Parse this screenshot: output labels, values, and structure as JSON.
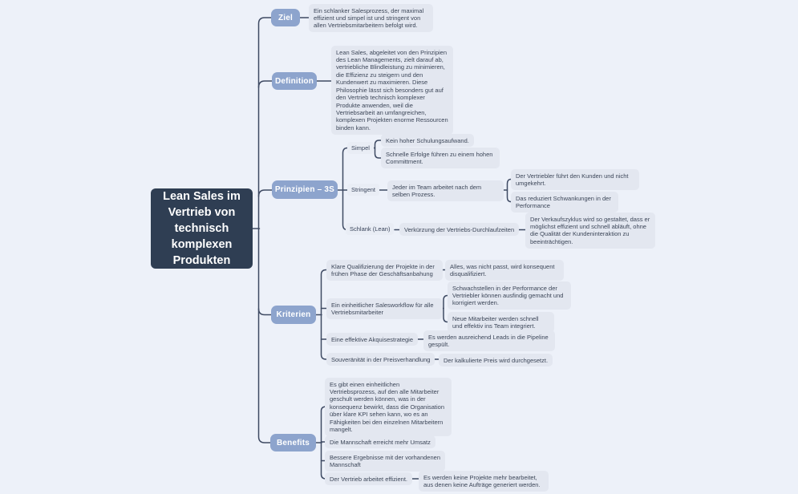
{
  "root": {
    "label": "Lean Sales im Vertrieb von technisch komplexen Produkten"
  },
  "branches": {
    "ziel": {
      "label": "Ziel",
      "text": "Ein schlanker Salesprozess, der maximal effizient und simpel ist und stringent von allen Vertriebsmitarbeitern befolgt wird."
    },
    "definition": {
      "label": "Definition",
      "text": "Lean Sales, abgeleitet von den Prinzipien des Lean Managements, zielt darauf ab, vertriebliche Blindleistung zu minimieren, die Effizienz zu steigern und den Kundenwert zu maximieren. Diese Philosophie lässt sich besonders gut auf den Vertrieb technisch komplexer Produkte anwenden, weil die Vertriebsarbeit an umfangreichen, komplexen Projekten enorme Ressourcen binden kann."
    },
    "prinzipien": {
      "label": "Prinzipien – 3S",
      "simpel": {
        "label": "Simpel",
        "points": [
          "Kein hoher Schulungsaufwand.",
          "Schnelle Erfolge führen zu einem hohen Committment."
        ]
      },
      "stringent": {
        "label": "Stringent",
        "text": "Jeder im Team arbeitet nach dem selben Prozess.",
        "details": [
          "Der Vertriebler führt den Kunden und nicht umgekehrt.",
          "Das reduziert Schwankungen in der Performance"
        ]
      },
      "schlank": {
        "label": "Schlank (Lean)",
        "text": "Verkürzung der Vertriebs-Durchlaufzeiten",
        "detail": "Der Verkaufszyklus wird so gestaltet, dass er möglichst effizient und schnell abläuft, ohne die Qualität der Kundeninteraktion zu beeinträchtigen."
      }
    },
    "kriterien": {
      "label": "Kriterien",
      "items": [
        {
          "text": "Klare Qualifizierung der Projekte in der frühen Phase der Geschäftsanbahung",
          "results": [
            "Alles, was nicht passt, wird konsequent disqualifiziert."
          ]
        },
        {
          "text": "Ein einheitlicher Salesworkflow  für alle Vertriebsmitarbeiter",
          "results": [
            "Schwachstellen in der Performance der Vertriebler können ausfindig gemacht und korrigiert werden.",
            "Neue Mitarbeiter werden schnell und effektiv ins Team integriert."
          ]
        },
        {
          "text": "Eine effektive Akquisestrategie",
          "results": [
            "Es werden ausreichend Leads in die Pipeline gespült."
          ]
        },
        {
          "text": "Souveränität in der Preisverhandlung",
          "results": [
            "Der kalkulierte Preis wird durchgesetzt."
          ]
        }
      ]
    },
    "benefits": {
      "label": "Benefits",
      "items": [
        {
          "text": "Es gibt einen einheitlichen Vertriebsprozess, auf den alle Mitarbeiter geschult werden können, was in der konsequenz bewirkt, dass die Organisation über klare KPI sehen kann, wo es an Fähigkeiten bei den einzelnen Mitarbeitern mangelt."
        },
        {
          "text": "Die Mannschaft erreicht mehr Umsatz"
        },
        {
          "text": "Bessere Ergebnisse mit der vorhandenen Mannschaft"
        },
        {
          "text": "Der Vertrieb arbeitet effizient.",
          "result": "Es werden keine Projekte mehr bearbeitet, aus denen keine Aufträge generiert werden."
        }
      ]
    }
  },
  "colors": {
    "background": "#edf1f9",
    "central_node": "#2f3e53",
    "branch_node": "#8da4cd",
    "leaf_node": "#e3e7f0",
    "tag_node": "#e9edf5",
    "connector": "#3e4a63",
    "text_dark": "#3c4658",
    "text_light": "#ffffff"
  }
}
